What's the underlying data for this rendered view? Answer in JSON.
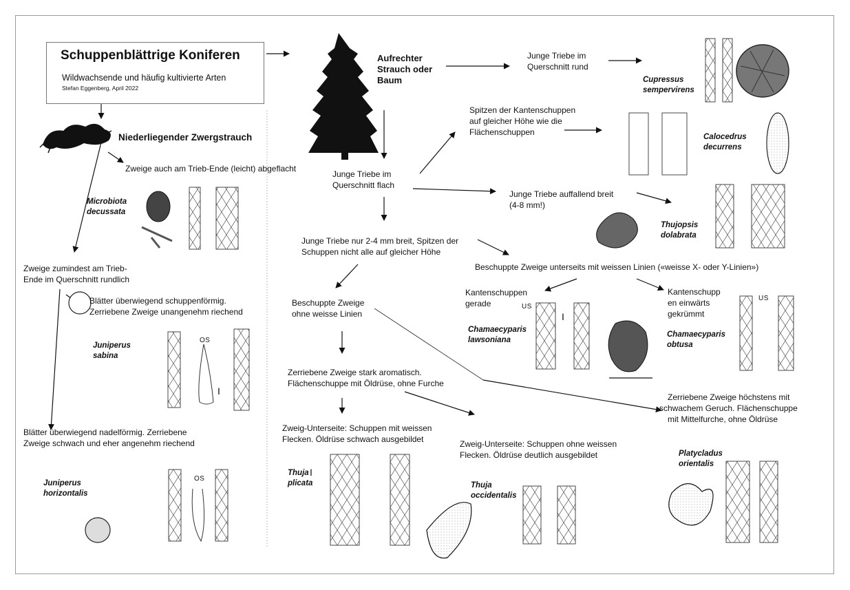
{
  "header": {
    "title": "Schuppenblättrige Koniferen",
    "subtitle": "Wildwachsende und häufig kultivierte Arten",
    "credit": "Stefan Eggenberg, April 2022"
  },
  "nodes": {
    "niederliegend": "Niederliegender Zwergstrauch",
    "aufrecht": [
      "Aufrechter",
      "Strauch oder",
      "Baum"
    ],
    "zweige_abgeflacht": "Zweige auch am Trieb-Ende (leicht) abgeflacht",
    "zweige_rundlich": [
      "Zweige zumindest am Trieb-",
      "Ende im Querschnitt rundlich"
    ],
    "schuppenfoermig": [
      "Blätter überwiegend schuppenförmig.",
      "Zerriebene Zweige unangenehm riechend"
    ],
    "nadelfoermig": [
      "Blätter überwiegend nadelförmig. Zerriebene",
      "Zweige schwach und eher angenehm riechend"
    ],
    "quer_rund": [
      "Junge Triebe im",
      "Querschnitt rund"
    ],
    "quer_flach": [
      "Junge Triebe im",
      "Querschnitt flach"
    ],
    "spitzen_gleich": [
      "Spitzen der Kantenschuppen",
      "auf gleicher Höhe wie die",
      "Flächenschuppen"
    ],
    "auffallend_breit": [
      "Junge Triebe auffallend breit",
      "(4-8 mm!)"
    ],
    "nur_2_4": [
      "Junge Triebe nur 2-4 mm breit, Spitzen der",
      "Schuppen nicht alle auf gleicher Höhe"
    ],
    "weisse_linien": "Beschuppte Zweige unterseits mit weissen Linien («weisse X- oder Y-Linien»)",
    "kanten_gerade": [
      "Kantenschuppen",
      "gerade"
    ],
    "kanten_gekruemmt": [
      "Kantenschupp",
      "en einwärts",
      "gekrümmt"
    ],
    "ohne_linien": [
      "Beschuppte Zweige",
      "ohne weisse Linien"
    ],
    "aromatisch": [
      "Zerriebene Zweige stark aromatisch.",
      "Flächenschuppe mit Öldrüse, ohne Furche"
    ],
    "schwacher_geruch": [
      "Zerriebene Zweige höchstens mit",
      "schwachem Geruch. Flächenschuppe",
      "mit Mittelfurche, ohne Öldrüse"
    ],
    "weisse_flecken": [
      "Zweig-Unterseite: Schuppen mit weissen",
      "Flecken. Öldrüse schwach ausgebildet"
    ],
    "ohne_flecken": [
      "Zweig-Unterseite: Schuppen ohne weissen",
      "Flecken. Öldrüse deutlich ausgebildet"
    ]
  },
  "species": {
    "microbiota": [
      "Microbiota",
      "decussata"
    ],
    "juniperus_sabina": [
      "Juniperus",
      "sabina"
    ],
    "juniperus_horizontalis": [
      "Juniperus",
      "horizontalis"
    ],
    "cupressus": [
      "Cupressus",
      "sempervirens"
    ],
    "calocedrus": [
      "Calocedrus",
      "decurrens"
    ],
    "thujopsis": [
      "Thujopsis",
      "dolabrata"
    ],
    "cham_lawsoniana": [
      "Chamaecyparis",
      "lawsoniana"
    ],
    "cham_obtusa": [
      "Chamaecyparis",
      "obtusa"
    ],
    "thuja_plicata": [
      "Thuja",
      "plicata"
    ],
    "thuja_occidentalis": [
      "Thuja",
      "occidentalis"
    ],
    "platycladus": [
      "Platycladus",
      "orientalis"
    ]
  },
  "marks": {
    "os": "OS",
    "us": "US",
    "i": "I"
  },
  "colors": {
    "ink": "#111111",
    "frame": "#9a9a9a"
  }
}
